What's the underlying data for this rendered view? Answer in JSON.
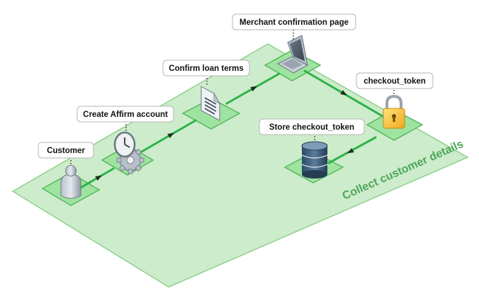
{
  "region_label": "Collect customer details",
  "steps": {
    "customer": {
      "label": "Customer",
      "icon": "person-icon"
    },
    "create_account": {
      "label": "Create Affirm account",
      "icon": "clock-gears-icon"
    },
    "confirm_terms": {
      "label": "Confirm loan terms",
      "icon": "document-icon"
    },
    "merchant_page": {
      "label": "Merchant confirmation page",
      "icon": "laptop-icon"
    },
    "checkout_token": {
      "label": "checkout_token",
      "icon": "lock-icon"
    },
    "store_token": {
      "label": "Store checkout_token",
      "icon": "database-icon"
    }
  },
  "colors": {
    "region_fill": "#cdeccb",
    "region_stroke": "#8fd08e",
    "tile_fill": "#9ee3a0",
    "tile_stroke": "#58b860",
    "connector": "#2db34a",
    "arrow": "#1f2f22",
    "label_text": "#4ca65a"
  }
}
